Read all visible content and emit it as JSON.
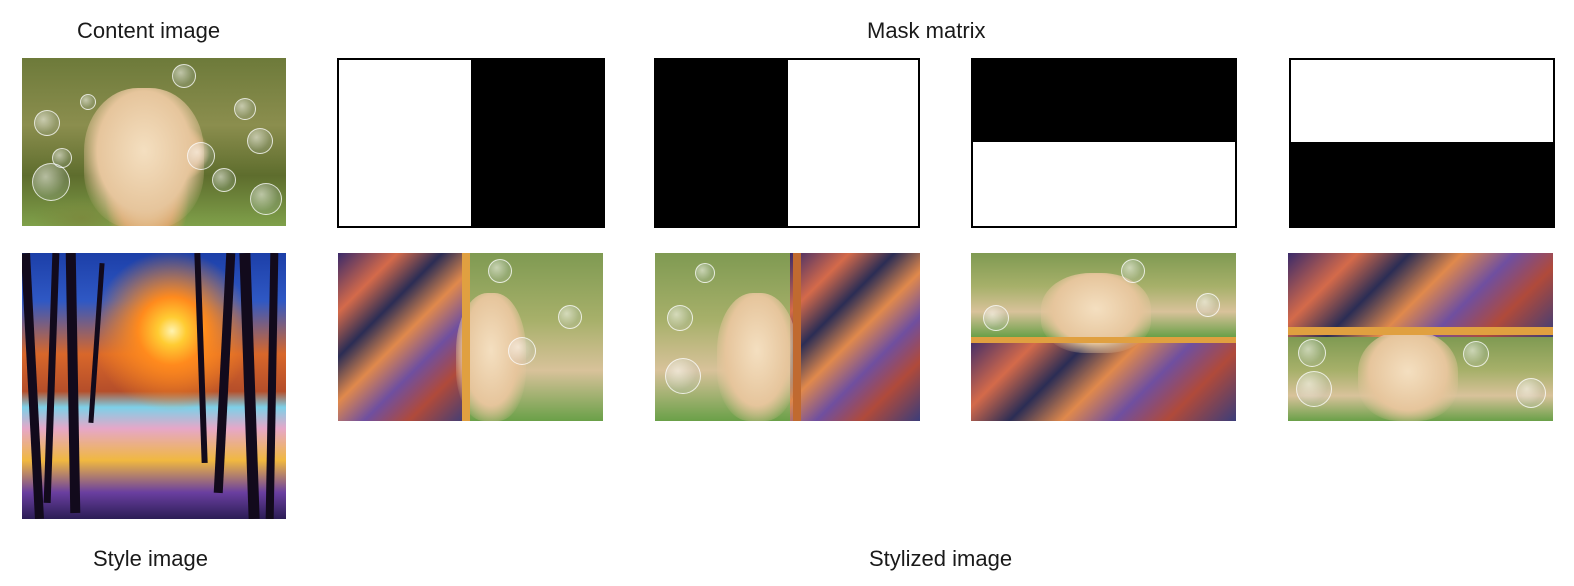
{
  "labels": {
    "content": "Content image",
    "mask": "Mask matrix",
    "style": "Style image",
    "stylized": "Stylized image"
  },
  "masks": [
    {
      "black_region": "right-half"
    },
    {
      "black_region": "left-half"
    },
    {
      "black_region": "top-half"
    },
    {
      "black_region": "bottom-half"
    }
  ],
  "colors": {
    "mask_black": "#000000",
    "mask_white": "#ffffff"
  }
}
